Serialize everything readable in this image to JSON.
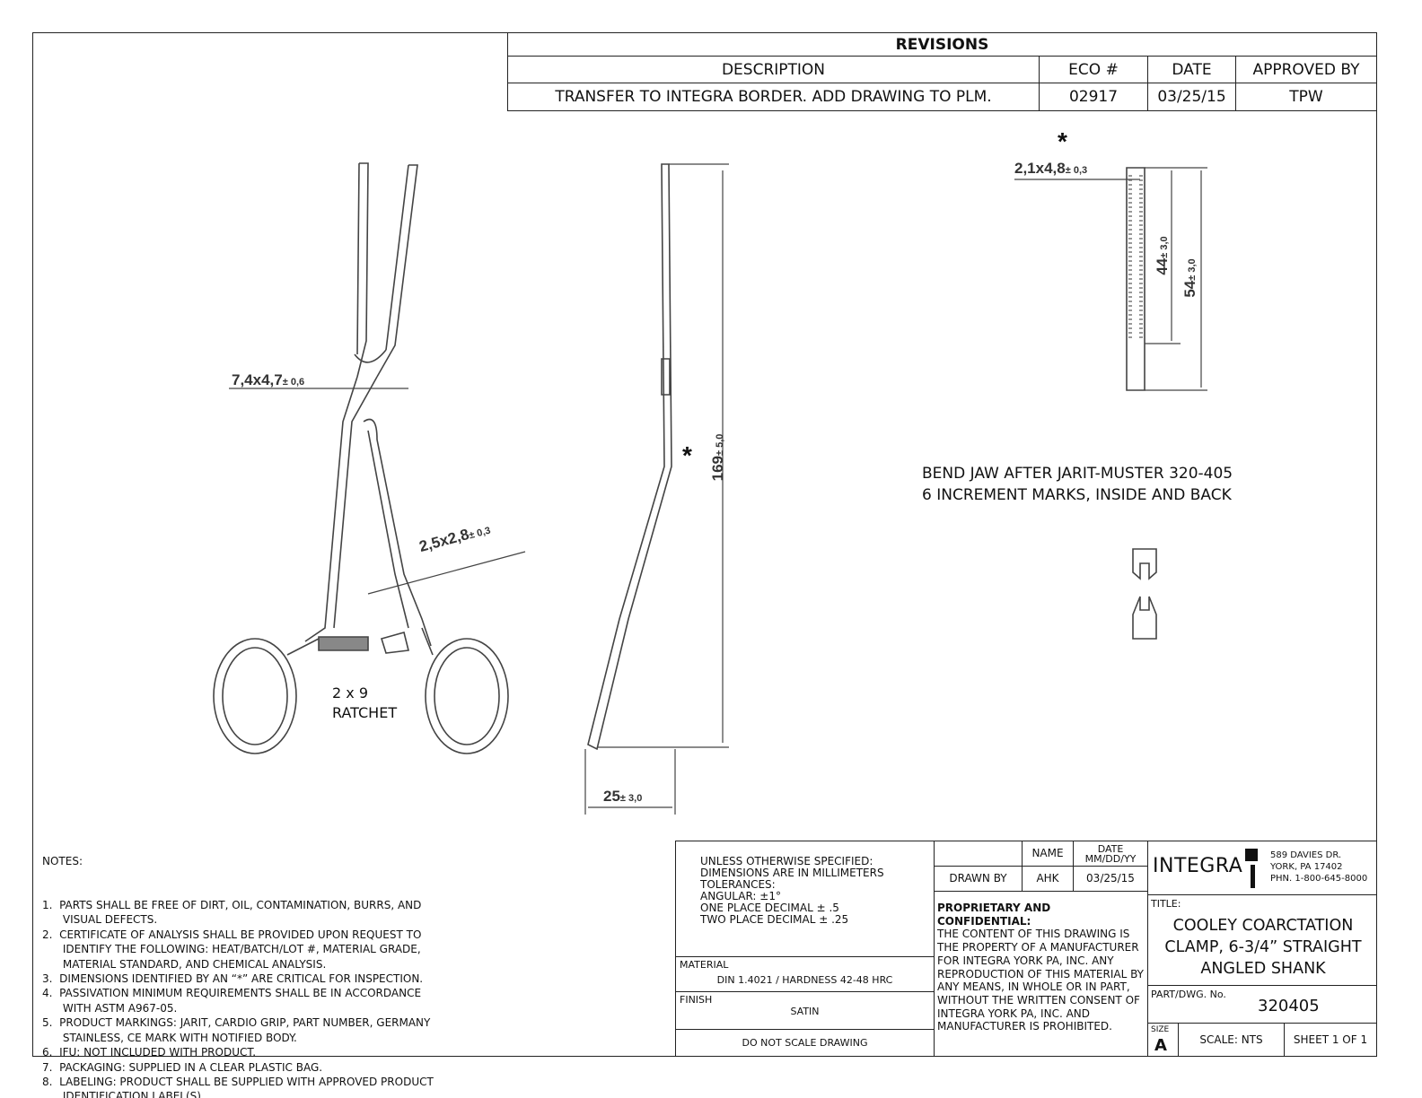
{
  "revisions": {
    "title": "REVISIONS",
    "headers": [
      "DESCRIPTION",
      "ECO #",
      "DATE",
      "APPROVED BY"
    ],
    "rows": [
      {
        "description": "TRANSFER TO INTEGRA BORDER. ADD DRAWING TO PLM.",
        "eco": "02917",
        "date": "03/25/15",
        "approved_by": "TPW"
      }
    ]
  },
  "views": {
    "clamp": {
      "jaw_dim": "7,4x4,7",
      "jaw_tol": "± 0,6",
      "shank_dim": "2,5x2,8",
      "shank_tol": "± 0,3",
      "ratchet_1": "2 x 9",
      "ratchet_2": "RATCHET"
    },
    "side": {
      "critical": "*",
      "length_dim": "169",
      "length_tol": "± 5,0",
      "width_dim": "25",
      "width_tol": "± 3,0"
    },
    "jaw": {
      "critical": "*",
      "section_dim": "2,1x4,8",
      "section_tol": "± 0,3",
      "dim_44": "44",
      "dim_44_tol": "± 3,0",
      "dim_54": "54",
      "dim_54_tol": "± 3,0"
    },
    "note_1": "BEND JAW AFTER JARIT-MUSTER 320-405",
    "note_2": "6 INCREMENT MARKS, INSIDE AND BACK"
  },
  "notes": {
    "heading": "NOTES:",
    "items": [
      "1.  PARTS SHALL BE FREE OF DIRT, OIL, CONTAMINATION, BURRS, AND",
      "      VISUAL DEFECTS.",
      "2.  CERTIFICATE OF ANALYSIS SHALL BE PROVIDED UPON REQUEST TO",
      "      IDENTIFY THE FOLLOWING: HEAT/BATCH/LOT #, MATERIAL GRADE,",
      "      MATERIAL STANDARD, AND CHEMICAL ANALYSIS.",
      "3.  DIMENSIONS IDENTIFIED BY AN “*” ARE CRITICAL FOR INSPECTION.",
      "4.  PASSIVATION MINIMUM REQUIREMENTS SHALL BE IN ACCORDANCE",
      "      WITH ASTM A967-05.",
      "5.  PRODUCT MARKINGS: JARIT, CARDIO GRIP, PART NUMBER, GERMANY",
      "      STAINLESS, CE MARK WITH NOTIFIED BODY.",
      "6.  IFU: NOT INCLUDED WITH PRODUCT.",
      "7.  PACKAGING: SUPPLIED IN A CLEAR PLASTIC BAG.",
      "8.  LABELING: PRODUCT SHALL BE SUPPLIED WITH APPROVED PRODUCT",
      "      IDENTIFICATION LABEL(S)."
    ]
  },
  "title_block": {
    "spec": [
      "UNLESS OTHERWISE SPECIFIED:",
      "DIMENSIONS ARE IN MILLIMETERS",
      "TOLERANCES:",
      "ANGULAR: ±1°",
      "ONE PLACE DECIMAL ± .5",
      "TWO PLACE DECIMAL ± .25"
    ],
    "material_label": "MATERIAL",
    "material": "DIN 1.4021 / HARDNESS 42-48 HRC",
    "finish_label": "FINISH",
    "finish": "SATIN",
    "do_not_scale": "DO NOT SCALE DRAWING",
    "name_header": "NAME",
    "date_header": "DATE MM/DD/YY",
    "drawn_by_label": "DRAWN BY",
    "drawn_by": "AHK",
    "drawn_date": "03/25/15",
    "proprietary_heading": "PROPRIETARY AND CONFIDENTIAL:",
    "proprietary_text": "THE CONTENT OF THIS DRAWING IS THE PROPERTY OF A MANUFACTURER FOR INTEGRA YORK PA, INC. ANY REPRODUCTION OF THIS MATERIAL BY ANY MEANS, IN WHOLE OR IN PART, WITHOUT THE WRITTEN CONSENT OF INTEGRA YORK PA, INC. AND MANUFACTURER IS PROHIBITED.",
    "company": "INTEGRA",
    "address_1": "589 DAVIES DR.",
    "address_2": "YORK, PA 17402",
    "phone": "PHN. 1-800-645-8000",
    "title_label": "TITLE:",
    "title_lines": [
      "COOLEY COARCTATION",
      "CLAMP, 6-3/4” STRAIGHT",
      "ANGLED SHANK"
    ],
    "part_label": "PART/DWG. No.",
    "part_number": "320405",
    "size_label": "SIZE",
    "size": "A",
    "scale": "SCALE: NTS",
    "sheet": "SHEET 1 OF 1"
  }
}
